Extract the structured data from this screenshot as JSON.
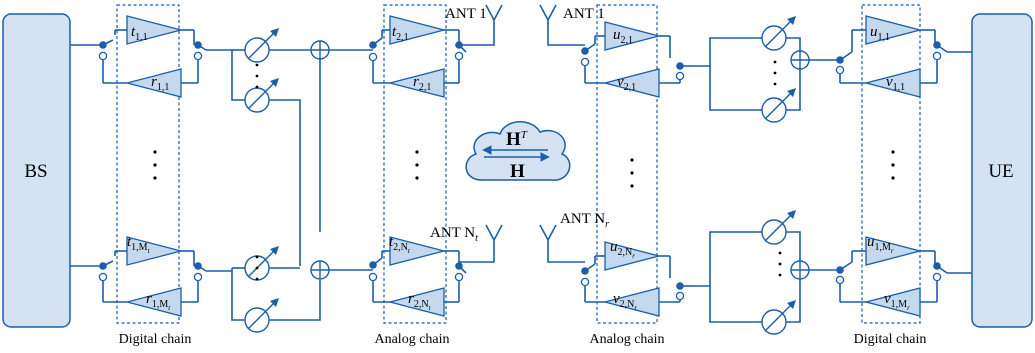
{
  "blocks": {
    "bs": "BS",
    "ue": "UE"
  },
  "chain_labels": {
    "digital_left": "Digital chain",
    "analog_left": "Analog chain",
    "analog_right": "Analog chain",
    "digital_right": "Digital chain"
  },
  "antennas": {
    "tx_top": "ANT 1",
    "tx_bottom": "ANT N",
    "tx_bottom_sub": "t",
    "rx_top": "ANT 1",
    "rx_bottom": "ANT N",
    "rx_bottom_sub": "r"
  },
  "channel": {
    "top": "H",
    "top_sup": "T",
    "bottom": "H"
  },
  "amplifiers": {
    "left_digital": {
      "top_tx": "t",
      "top_tx_sub": "1,1",
      "top_rx": "r",
      "top_rx_sub": "1,1",
      "bot_tx": "t",
      "bot_tx_sub": "1,M",
      "bot_tx_subsub": "t",
      "bot_rx": "r",
      "bot_rx_sub": "1,M",
      "bot_rx_subsub": "t"
    },
    "left_analog": {
      "top_tx": "t",
      "top_tx_sub": "2,1",
      "top_rx": "r",
      "top_rx_sub": "2,1",
      "bot_tx": "t",
      "bot_tx_sub": "2,N",
      "bot_tx_subsub": "t",
      "bot_rx": "r",
      "bot_rx_sub": "2,N",
      "bot_rx_subsub": "t"
    },
    "right_analog": {
      "top_tx": "u",
      "top_tx_sub": "2,1",
      "top_rx": "v",
      "top_rx_sub": "2,1",
      "bot_tx": "u",
      "bot_tx_sub": "2,N",
      "bot_tx_subsub": "r",
      "bot_rx": "v",
      "bot_rx_sub": "2,N",
      "bot_rx_subsub": "r"
    },
    "right_digital": {
      "top_tx": "u",
      "top_tx_sub": "1,1",
      "top_rx": "v",
      "top_rx_sub": "1,1",
      "bot_tx": "u",
      "bot_tx_sub": "1,M",
      "bot_tx_subsub": "r",
      "bot_rx": "v",
      "bot_rx_sub": "1,M",
      "bot_rx_subsub": "r"
    }
  },
  "colors": {
    "line": "#1a5fa8",
    "fill": "#c4d8ee",
    "cloud": "#d4e2f2"
  }
}
